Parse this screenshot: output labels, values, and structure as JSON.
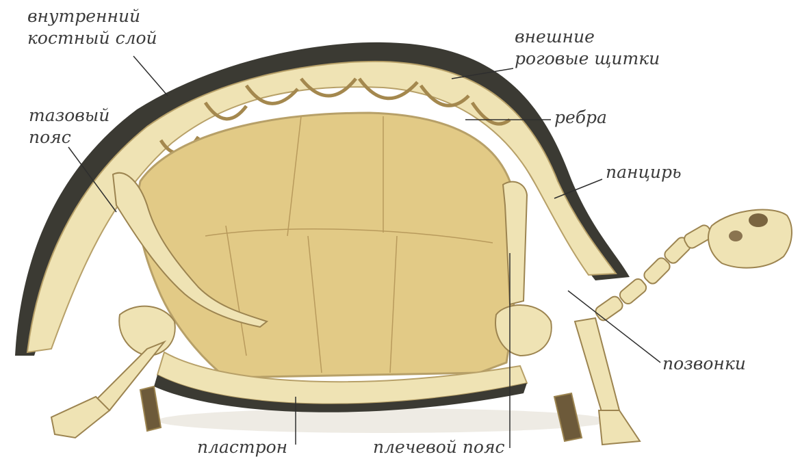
{
  "labels": {
    "inner_bone_layer_line1": "внутренний",
    "inner_bone_layer_line2": "костный слой",
    "outer_scutes_line1": "внешние",
    "outer_scutes_line2": "роговые щитки",
    "pelvic_girdle_line1": "тазовый",
    "pelvic_girdle_line2": "пояс",
    "ribs": "ребра",
    "carapace": "панцирь",
    "vertebrae": "позвонки",
    "plastron": "пластрон",
    "shoulder_girdle": "плечевой пояс"
  },
  "colors": {
    "shell_dark": "#3b3a33",
    "bone": "#efe3b4",
    "cavity": "#e2ca86",
    "bone_edge": "#b7a068",
    "label_text": "#3a3a3a",
    "leader": "#2e2e2e"
  }
}
